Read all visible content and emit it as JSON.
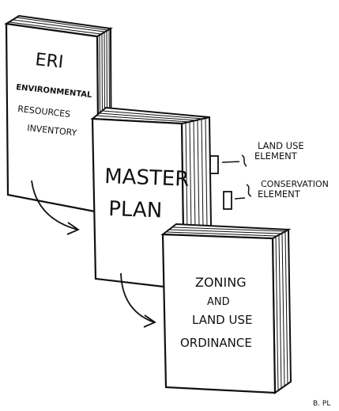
{
  "books": {
    "eri": {
      "line1": "ERI",
      "line2": "ENVIRONMENTAL",
      "line3": "RESOURCES",
      "line4": "INVENTORY"
    },
    "master_plan": {
      "line1": "MASTER",
      "line2": "PLAN"
    },
    "zoning": {
      "line1": "ZONING",
      "line2": "AND",
      "line3": "LAND USE",
      "line4": "ORDINANCE"
    }
  },
  "tabs": {
    "land_use": {
      "line1": "LAND USE",
      "line2": "ELEMENT"
    },
    "conservation": {
      "line1": "CONSERVATION",
      "line2": "ELEMENT"
    }
  },
  "signature": "B. PL",
  "colors": {
    "ink": "#111111",
    "paper": "#ffffff"
  }
}
